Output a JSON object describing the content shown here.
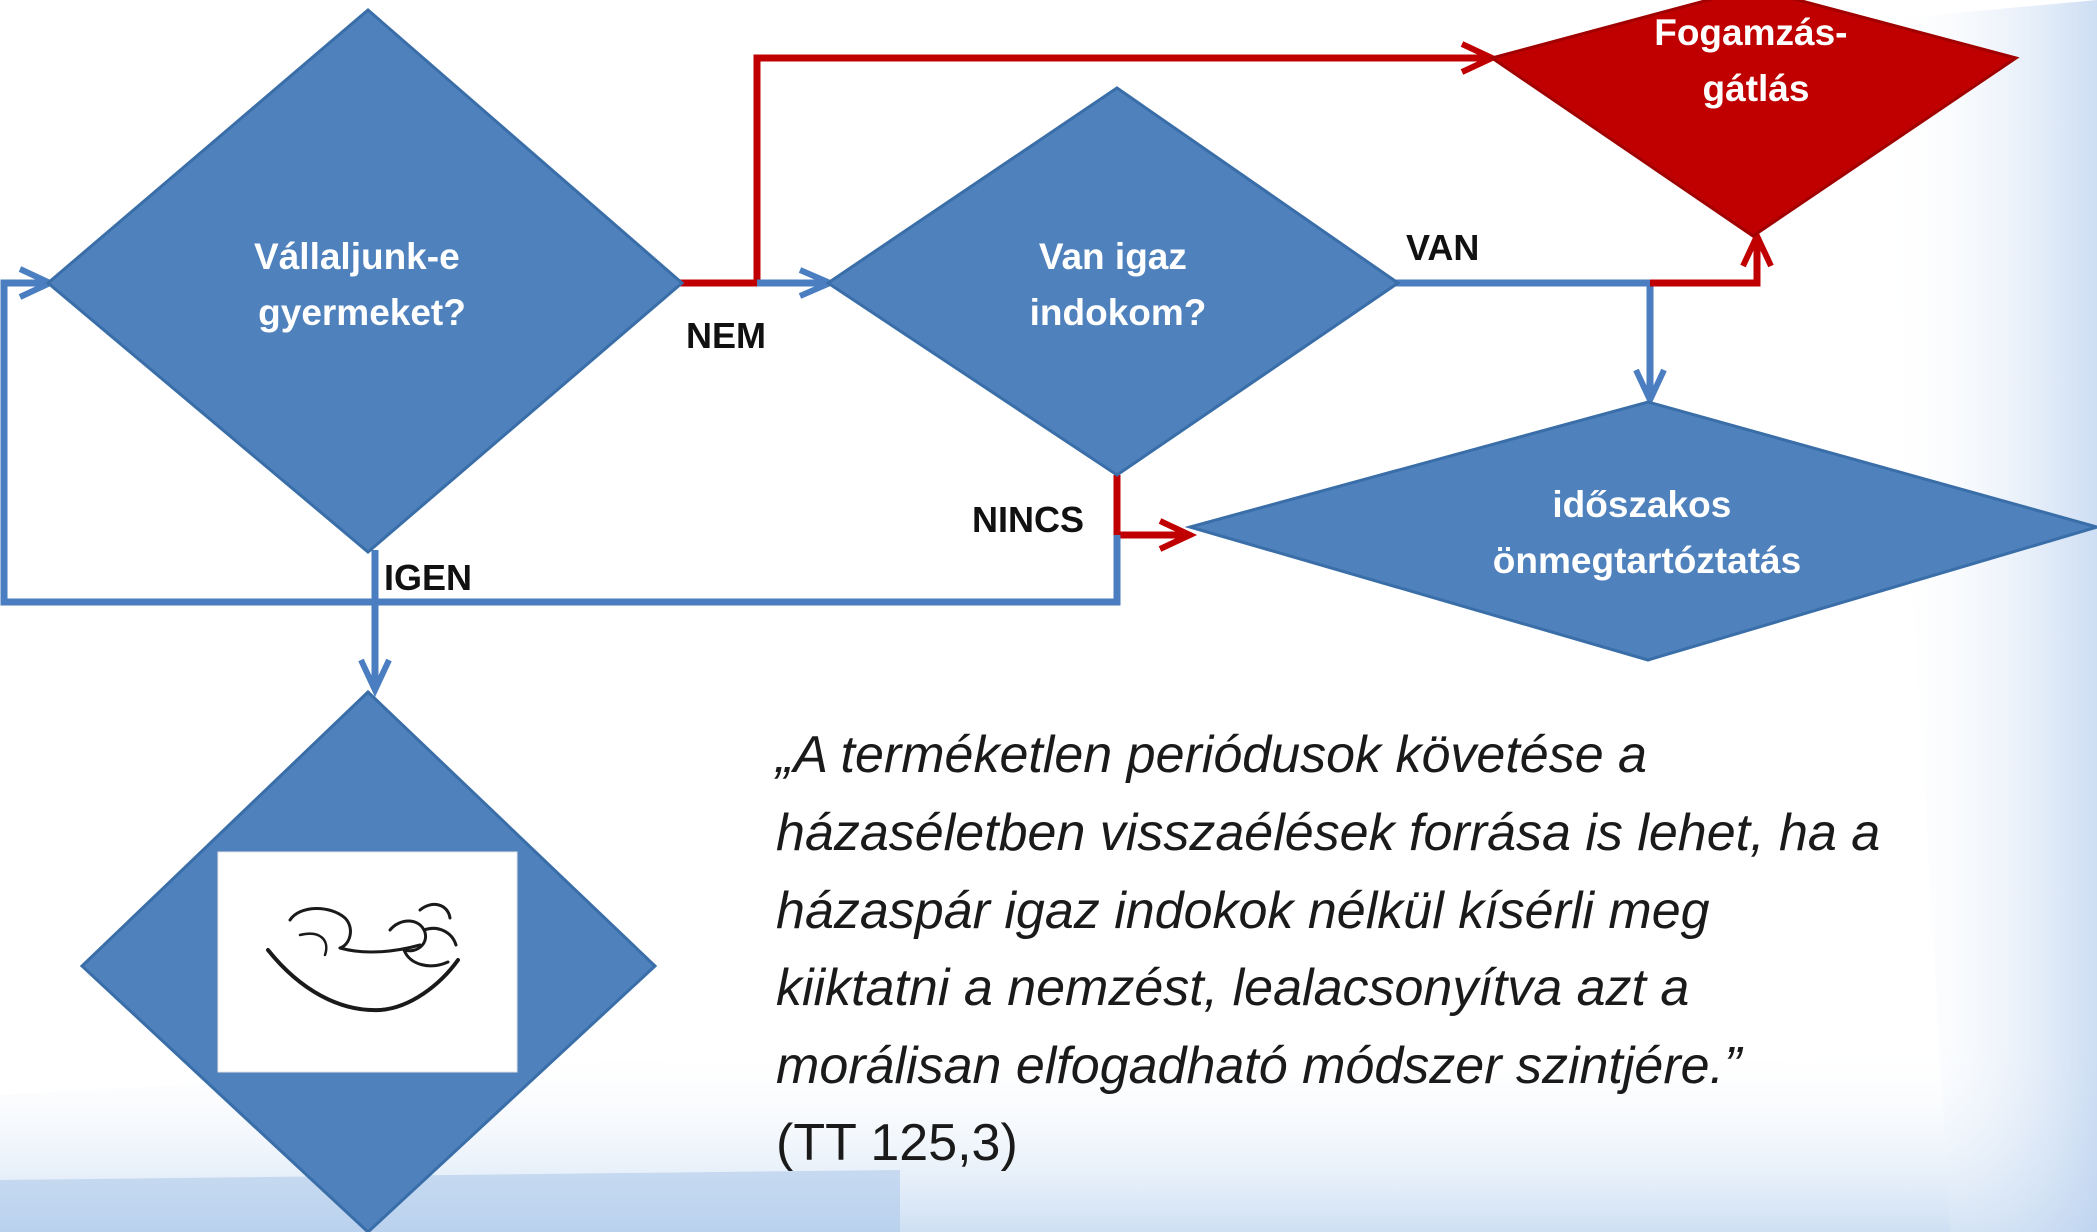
{
  "colors": {
    "decision_fill": "#4F81BD",
    "decision_stroke": "#3A6EA8",
    "contraception_fill": "#C00000",
    "blue_connector": "#4A7EC0",
    "red_connector": "#C00000",
    "text_on_shape": "#FFFFFF",
    "label_text": "#111111"
  },
  "nodes": {
    "decision_children": {
      "lines": [
        "Vállaljunk-e",
        "gyermeket?"
      ]
    },
    "decision_reason": {
      "lines": [
        "Van igaz",
        "indokom?"
      ]
    },
    "contraception": {
      "lines": [
        "Fogamzás-",
        "gátlás"
      ]
    },
    "abstinence": {
      "lines": [
        "időszakos",
        "önmegtartóztatás"
      ]
    },
    "child": {
      "image": "hand-holding-baby-icon"
    }
  },
  "edge_labels": {
    "nem": "NEM",
    "van": "VAN",
    "nincs": "NINCS",
    "igen": "IGEN"
  },
  "quote": {
    "lines": [
      "„A terméketlen periódusok követése a",
      "házaséletben visszaélések forrása is lehet, ha a",
      "házaspár igaz indokok nélkül kísérli meg",
      "kiiktatni a nemzést, lealacsonyítva azt a",
      "morálisan elfogadható módszer szintjére.”"
    ],
    "reference": "(TT 125,3)"
  }
}
